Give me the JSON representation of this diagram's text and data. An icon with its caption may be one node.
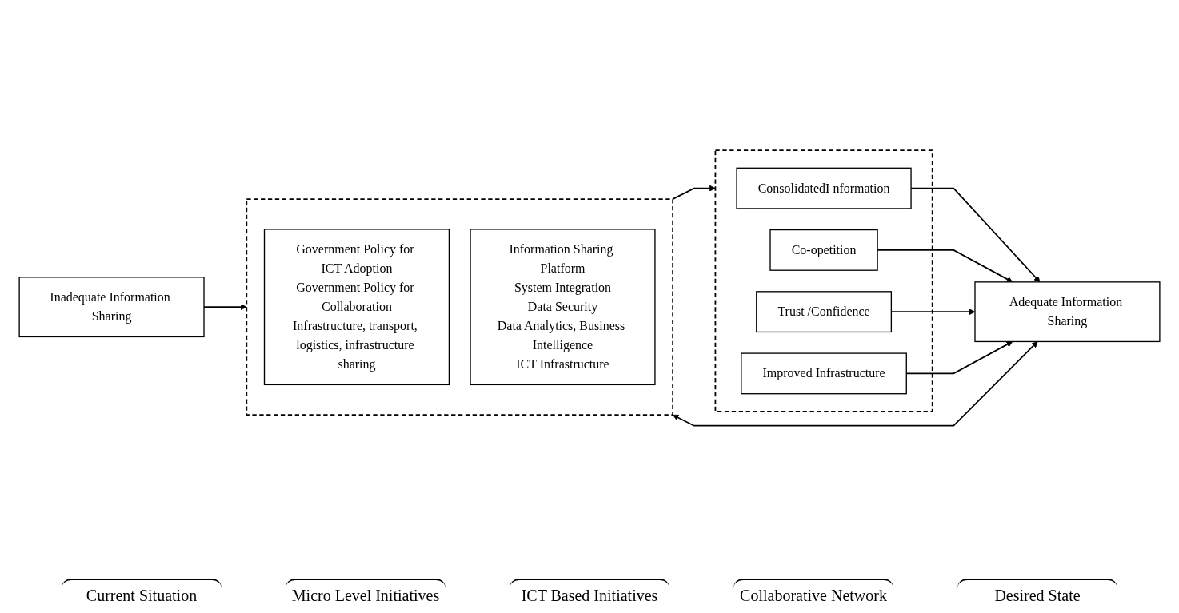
{
  "diagram": {
    "nodes": [
      {
        "text": [
          "Inadequate Information Sharing"
        ]
      },
      {
        "text": [],
        "shape": "box"
      },
      {
        "text": [
          "Government Policy for ICT Adoption",
          "Government Policy for Collaboration",
          "Infrastructure, transport, logistics, infrastructure sharing"
        ],
        "in": 1
      },
      {
        "text": [
          "Information Sharing Platform",
          "System Integration",
          "Data Security",
          "Data Analytics, Business Intelligence",
          "ICT Infrastructure"
        ],
        "in": 1
      },
      {
        "text": [],
        "shape": "box"
      },
      {
        "text": [
          "ConsolidatedI nformation"
        ],
        "in": 4
      },
      {
        "text": [
          "Co-opetition"
        ],
        "in": 4
      },
      {
        "text": [
          "Trust /Confidence"
        ],
        "in": 4
      },
      {
        "text": [
          "Improved Infrastructure"
        ],
        "in": 4
      },
      {
        "text": [
          "Adequate Information Sharing"
        ]
      }
    ],
    "edges": [
      {
        "from": 0,
        "to": 1,
        "arrow": "to"
      },
      {
        "from": 1,
        "to": 4,
        "arrow": "to"
      },
      {
        "from": 5,
        "to": 9,
        "arrow": "to"
      },
      {
        "from": 6,
        "to": 9,
        "arrow": "to"
      },
      {
        "from": 7,
        "to": 9,
        "arrow": "to"
      },
      {
        "from": 8,
        "to": 9,
        "arrow": "to"
      },
      {
        "from": 1,
        "to": 9,
        "arrow": "both"
      }
    ],
    "labels": [
      "Current Situation",
      "Micro Level Initiatives",
      "ICT Based Initiatives",
      "Collaborative Network",
      "Desired State"
    ]
  }
}
